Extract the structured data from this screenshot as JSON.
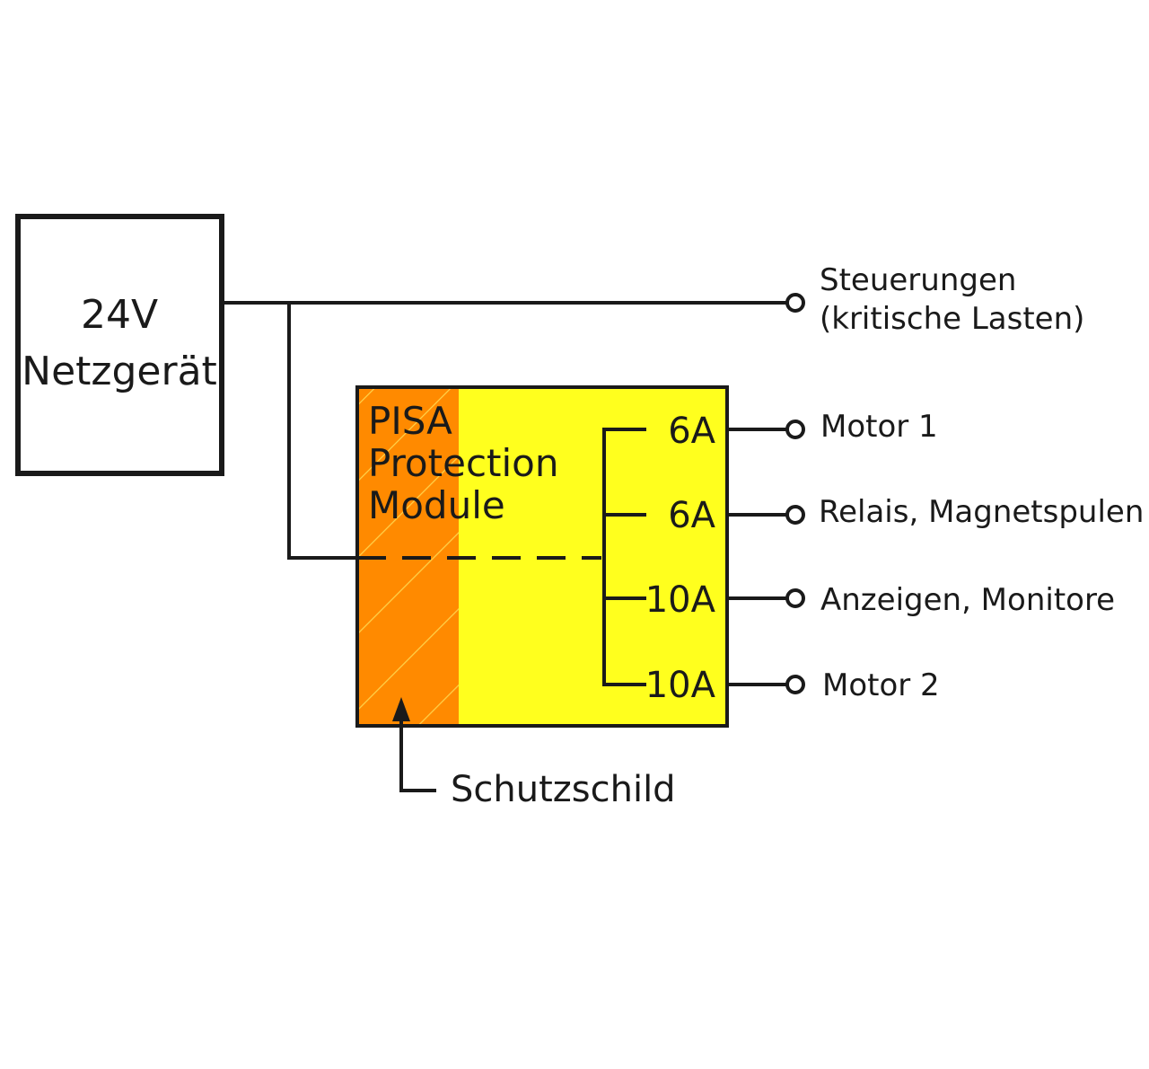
{
  "power_supply": {
    "line1": "24V",
    "line2": "Netzgerät"
  },
  "critical_output": {
    "line1": "Steuerungen",
    "line2": "(kritische Lasten)"
  },
  "module": {
    "title_line1": "PISA",
    "title_line2": "Protection",
    "title_line3": "Module"
  },
  "outputs": [
    {
      "rating": "6A",
      "label": "Motor 1"
    },
    {
      "rating": "6A",
      "label": "Relais, Magnetspulen"
    },
    {
      "rating": "10A",
      "label": "Anzeigen, Monitore"
    },
    {
      "rating": "10A",
      "label": "Motor 2"
    }
  ],
  "shield_label": "Schutzschild",
  "colors": {
    "module_yellow": "#ffff1e",
    "shield_orange": "#ff8a00",
    "hatch": "#ffd24a",
    "line": "#1a1a1a"
  }
}
